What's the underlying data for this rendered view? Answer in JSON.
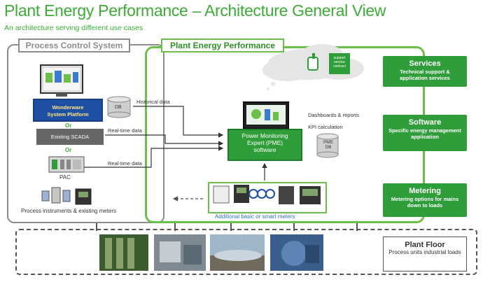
{
  "title": "Plant Energy Performance – Architecture General View",
  "subtitle": "An architecture serving different use cases",
  "process_control": {
    "label": "Process Control System",
    "wonderware_line1": "Wonderware",
    "wonderware_line2": "System Platform",
    "or1": "Or",
    "scada": "Existing SCADA",
    "or2": "Or",
    "pac": "PAC",
    "db": "DB",
    "instruments": "Process instruments & existing meters"
  },
  "links": {
    "historical": "Historical data",
    "realtime1": "Real-time data",
    "realtime2": "Real-time data"
  },
  "pep": {
    "label": "Plant Energy Performance",
    "pme_line1": "Power Monitoring",
    "pme_line2": "Expert (PME)",
    "pme_line3": "software",
    "dashboards": "Dashboards & reports",
    "kpi": "KPI calculation",
    "pme_db_line1": "PME",
    "pme_db_line2": "DB",
    "meters": "Additional basic or smart meters",
    "contract_line1": "support",
    "contract_line2": "service",
    "contract_line3": "contract"
  },
  "services": [
    {
      "title": "Services",
      "desc": "Technical support & application services"
    },
    {
      "title": "Software",
      "desc": "Specific energy management  application"
    },
    {
      "title": "Metering",
      "desc": "Metering options for mains down to loads"
    }
  ],
  "plant_floor": {
    "title": "Plant Floor",
    "desc": "Process units industrial loads"
  },
  "colors": {
    "brand_green": "#3dab36",
    "box_green": "#2f9e3a",
    "frame_green": "#6cc04a",
    "wonderware_blue": "#1f4fa3",
    "scada_gray": "#666666"
  }
}
